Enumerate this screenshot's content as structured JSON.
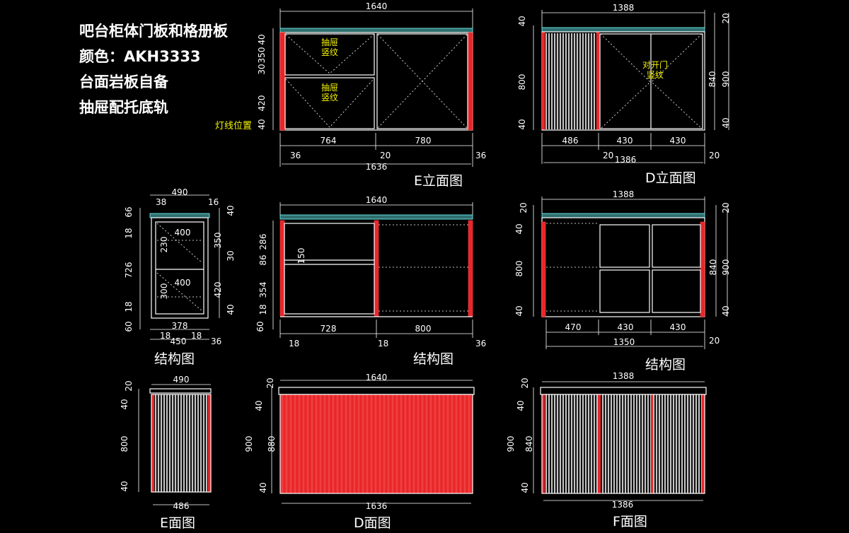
{
  "notes": {
    "line1": "吧台柜体门板和格册板",
    "line2": "颜色：AKH3333",
    "line3": "台面岩板自备",
    "line4": "抽屉配托底轨"
  },
  "e_elev": {
    "title": "E立面图",
    "width_top": "1640",
    "width_bot": "1636",
    "left_w": "764",
    "right_w": "780",
    "gap": "20",
    "side_l": "36",
    "side_r": "36",
    "h1": "40",
    "h2": "350",
    "h3": "30",
    "h4": "420",
    "h5": "40",
    "drawer_label": "抽屉",
    "grain_label": "竖纹",
    "light_label": "灯线位置"
  },
  "d_elev": {
    "title": "D立面图",
    "width_top": "1388",
    "width_bot": "1386",
    "w1": "486",
    "w2": "430",
    "w3": "430",
    "gap": "20",
    "side_r": "20",
    "h_top_l": "40",
    "h_top_r": "20",
    "h_mid": "800",
    "h_bot": "40",
    "h_r1": "840",
    "h_r2": "900",
    "h_r3": "40",
    "door_label": "对开门",
    "grain_label": "竖纹"
  },
  "side_struct": {
    "title": "结构图",
    "width_top": "490",
    "top_l": "38",
    "top_r": "16",
    "inner1": "400",
    "inner2": "400",
    "h230": "230",
    "h300": "300",
    "l66": "66",
    "l18a": "18",
    "l726": "726",
    "l18b": "18",
    "l60": "60",
    "r40a": "40",
    "r350": "350",
    "r30": "30",
    "r420": "420",
    "r40b": "40",
    "b378": "378",
    "b18a": "18",
    "b18b": "18",
    "b450": "450",
    "b36": "36"
  },
  "e_struct": {
    "title": "结构图",
    "width_top": "1640",
    "w1": "728",
    "w2": "800",
    "b18a": "18",
    "b18b": "18",
    "b36": "36",
    "l286": "286",
    "l86": "86",
    "l354": "354",
    "l18": "18",
    "l60": "60",
    "n150": "150"
  },
  "d_struct": {
    "title": "结构图",
    "width_top": "1388",
    "w1": "470",
    "w2": "430",
    "w3": "430",
    "w_bot": "1350",
    "side_r": "20",
    "l40a": "40",
    "l800": "800",
    "l40b": "40",
    "r20": "20",
    "l20": "20",
    "r840": "840",
    "r900": "900",
    "r40": "40"
  },
  "e_face": {
    "title": "E面图",
    "width_top": "490",
    "width_bot": "486",
    "l20": "20",
    "l40a": "40",
    "l800": "800",
    "l40b": "40"
  },
  "d_face": {
    "title": "D面图",
    "width_top": "1640",
    "width_bot": "1636",
    "l20": "20",
    "l40a": "40",
    "l880": "880",
    "l900": "900",
    "l40b": "40"
  },
  "f_face": {
    "title": "F面图",
    "width_top": "1388",
    "width_bot": "1386",
    "l20": "20",
    "l40a": "40",
    "l840": "840",
    "l900": "900",
    "l40b": "40"
  },
  "colors": {
    "panel_red": "#e8262a",
    "counter_top": "#2f6f6f",
    "annotation": "#f4f400",
    "line": "#ffffff"
  }
}
